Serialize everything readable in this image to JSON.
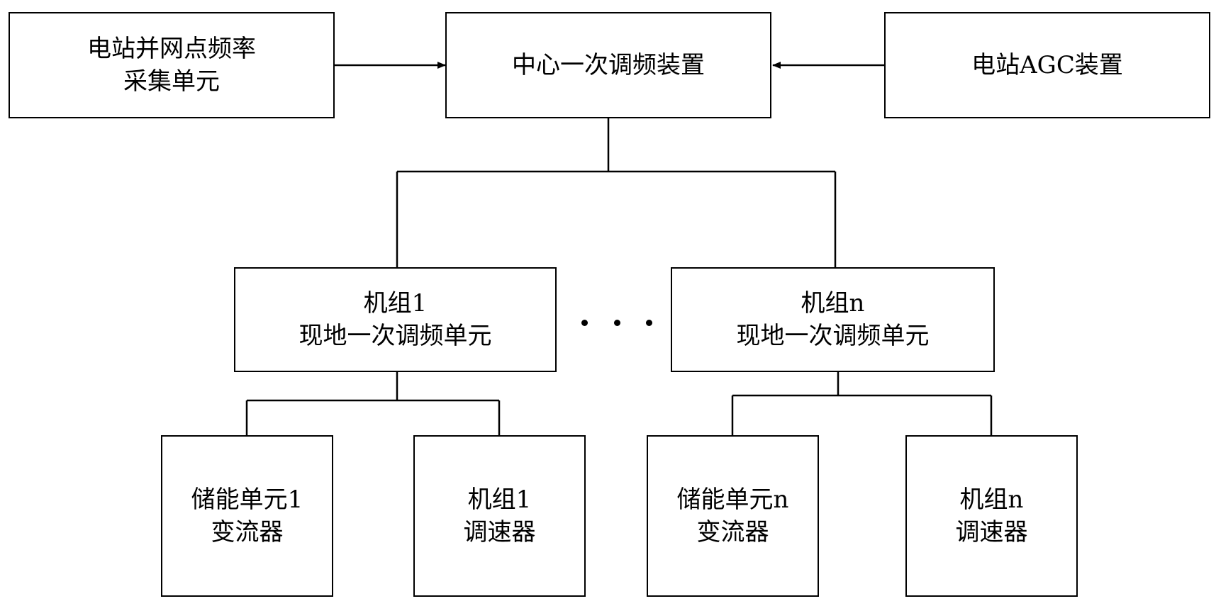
{
  "blocks": {
    "freq_sampling": {
      "line1": "电站并网点频率",
      "line2": "采集单元"
    },
    "central_pfr": {
      "line1": "中心一次调频装置"
    },
    "agc": {
      "line1": "电站AGC装置"
    },
    "unit1_local": {
      "line1": "机组1",
      "line2": "现地一次调频单元"
    },
    "unitn_local": {
      "line1": "机组n",
      "line2": "现地一次调频单元"
    },
    "storage1_converter": {
      "line1": "储能单元1",
      "line2": "变流器"
    },
    "unit1_governor": {
      "line1": "机组1",
      "line2": "调速器"
    },
    "storagen_converter": {
      "line1": "储能单元n",
      "line2": "变流器"
    },
    "unitn_governor": {
      "line1": "机组n",
      "line2": "调速器"
    }
  },
  "colors": {
    "line": "#000000",
    "background": "#ffffff"
  }
}
